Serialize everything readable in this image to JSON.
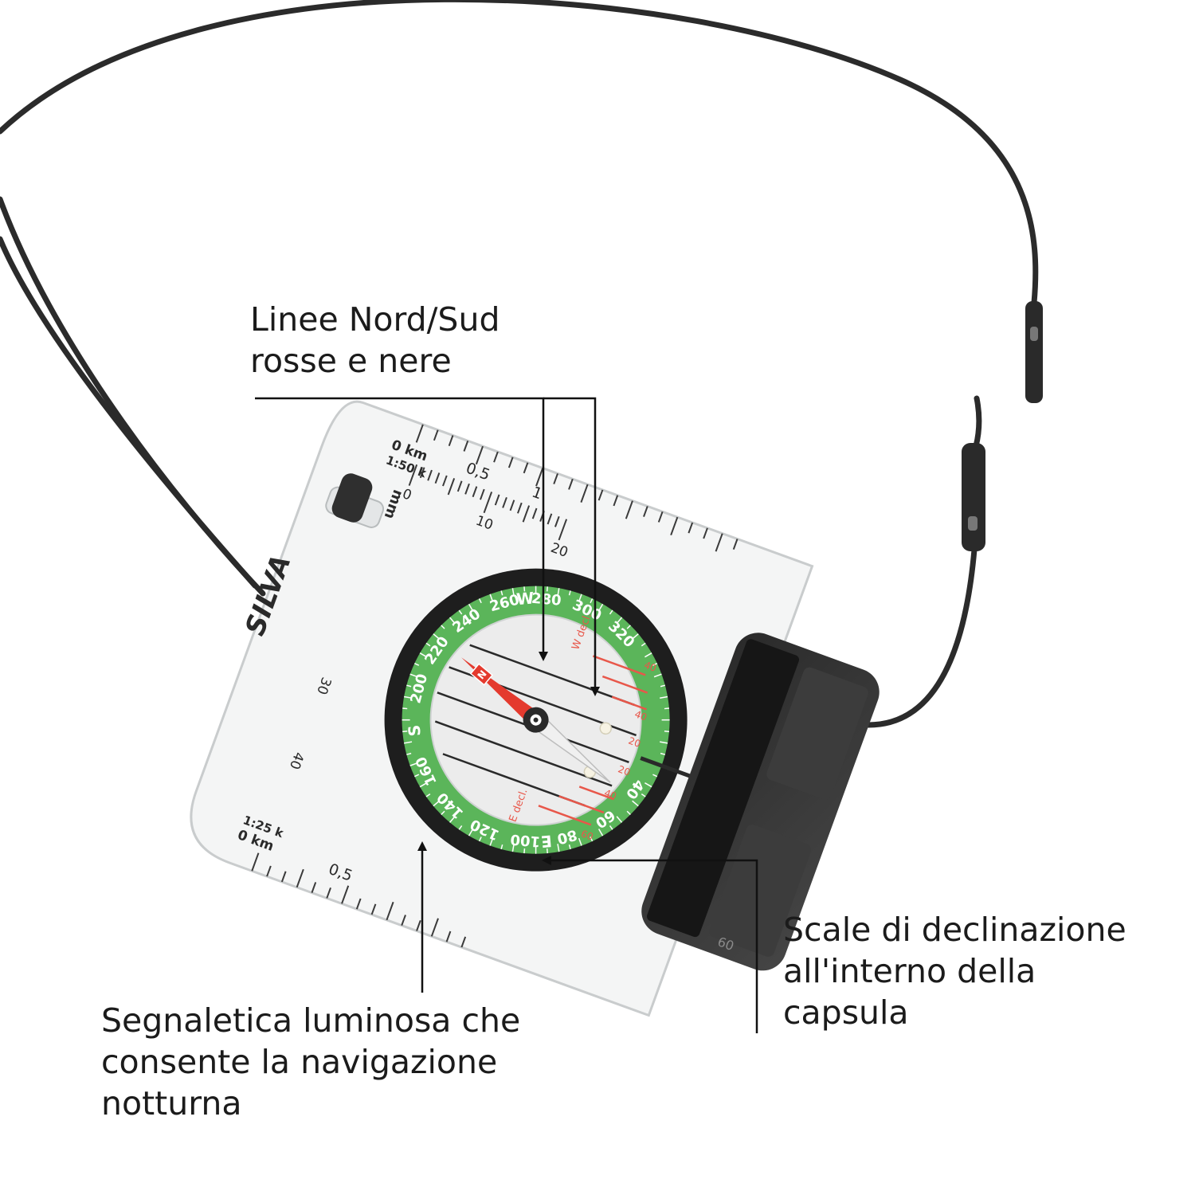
{
  "callouts": {
    "north_south": {
      "line1": "Linee Nord/Sud",
      "line2": "rosse e nere"
    },
    "declination": {
      "line1": "Scale di declinazione",
      "line2": "all'interno della",
      "line3": "capsula"
    },
    "luminous": {
      "line1": "Segnaletica luminosa che",
      "line2": "consente la navigazione",
      "line3": "notturna"
    }
  },
  "compass": {
    "brand": "SILVA",
    "scale_top": {
      "unit": "0 km",
      "ratio": "1:50 k",
      "mark": "0,5",
      "mark2": "1"
    },
    "scale_bottom": {
      "unit": "0 km",
      "ratio": "1:25 k",
      "mark": "0,5"
    },
    "mm_ruler": {
      "unit": "mm",
      "marks": [
        "0",
        "10",
        "20",
        "30",
        "40"
      ]
    },
    "dial_numbers": [
      "200",
      "220",
      "240",
      "260",
      "280",
      "300",
      "320",
      "160",
      "140",
      "120",
      "100",
      "80",
      "60",
      "40"
    ],
    "dial_letters": {
      "south": "S",
      "west": "W",
      "east": "E"
    },
    "needle_letter": "N",
    "w_decl": "W decl.",
    "e_decl": "E decl.",
    "decl_numbers": [
      "40",
      "40",
      "20",
      "20",
      "40",
      "60"
    ],
    "model": "60"
  },
  "colors": {
    "bezel_green": "#5bb55a",
    "bezel_dark": "#1e1e1e",
    "needle_red": "#e43a2e",
    "decl_red": "#e8574a",
    "cord": "#2b2b2b",
    "leader": "#111111"
  }
}
